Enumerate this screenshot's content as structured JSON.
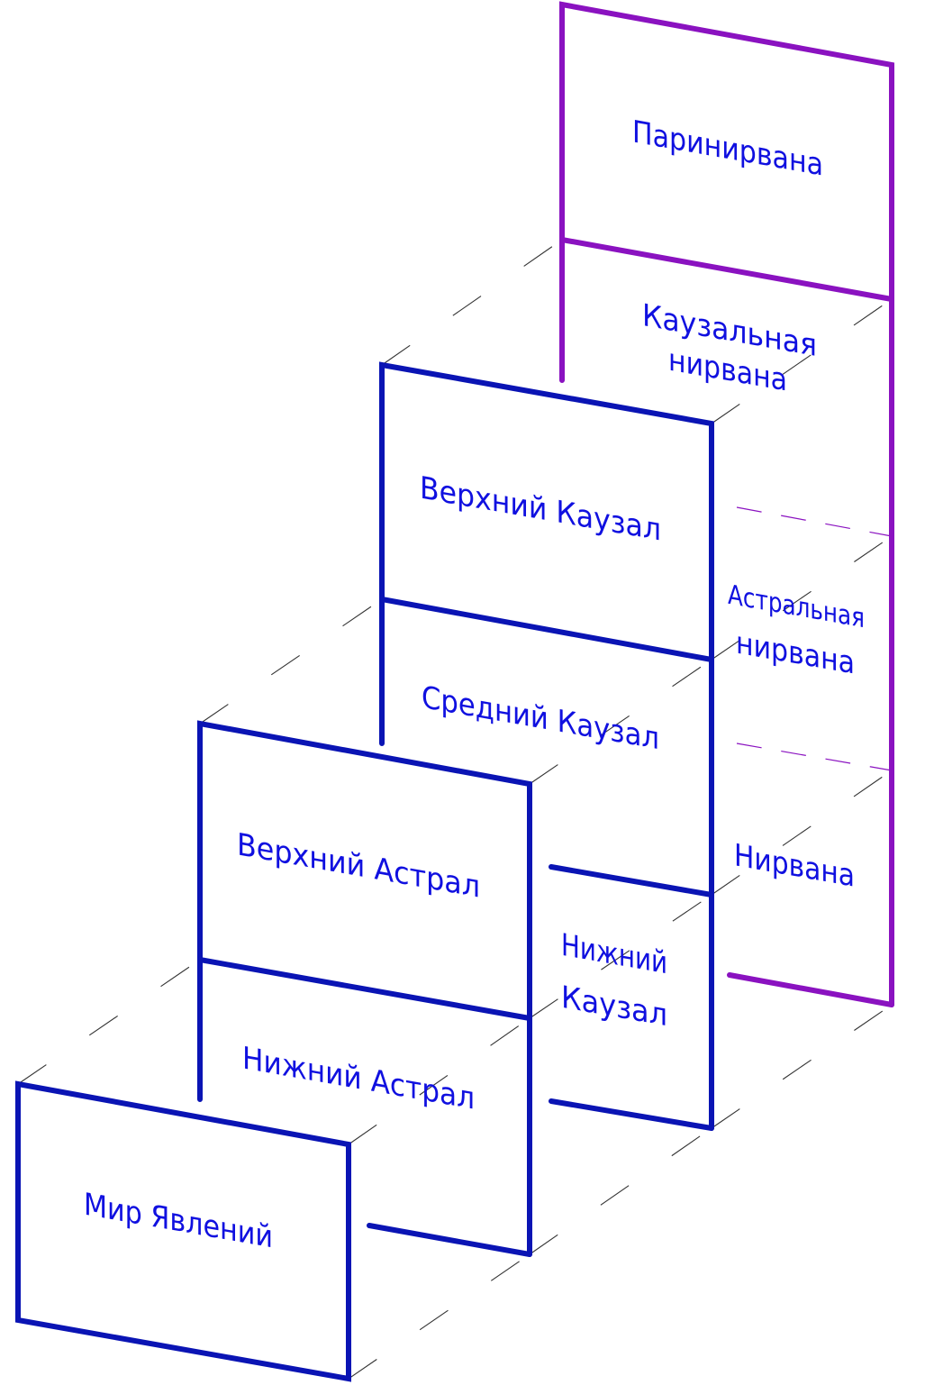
{
  "diagram": {
    "colors": {
      "planes_lower": "#0a14b4",
      "planes_upper": "#8a12c0",
      "labels": "#1010e0"
    },
    "labels": {
      "parinirvana": "Паринирвана",
      "causal_nirvana_1": "Каузальная",
      "causal_nirvana_2": "нирвана",
      "upper_causal": "Верхний Каузал",
      "middle_causal": "Средний Каузал",
      "astral_nirvana_1": "Астральная",
      "astral_nirvana_2": "нирвана",
      "nirvana": "Нирвана",
      "upper_astral": "Верхний Астрал",
      "lower_causal_1": "Нижний",
      "lower_causal_2": "Каузал",
      "lower_astral": "Нижний Астрал",
      "world_of_phenomena": "Мир Явлений"
    }
  }
}
